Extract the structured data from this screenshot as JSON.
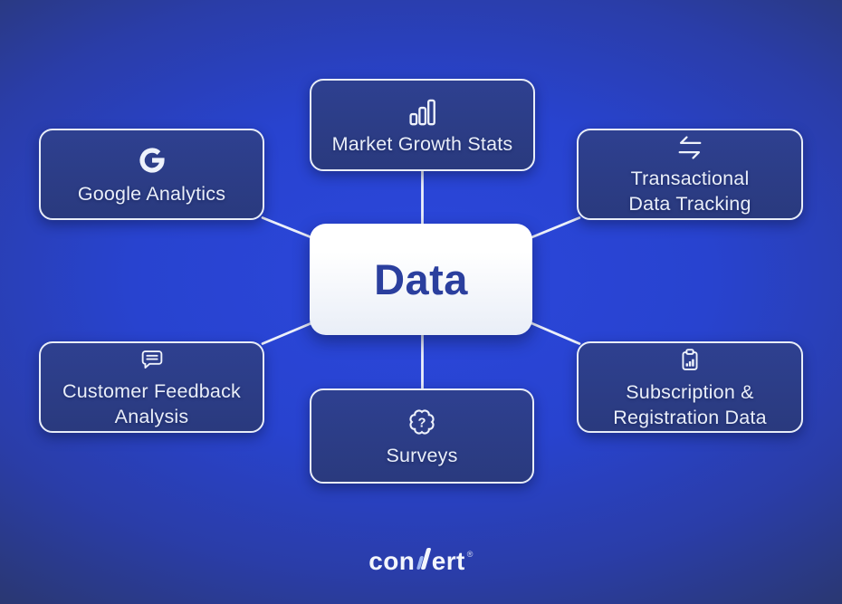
{
  "center_node": {
    "label": "Data"
  },
  "nodes": {
    "market_growth": {
      "lines": [
        "Market Growth Stats"
      ],
      "icon": "bar-chart-icon"
    },
    "google_analytics": {
      "lines": [
        "Google Analytics"
      ],
      "icon": "google-g-icon"
    },
    "transactional": {
      "lines": [
        "Transactional",
        "Data Tracking"
      ],
      "icon": "swap-arrows-icon"
    },
    "customer_feedback": {
      "lines": [
        "Customer Feedback",
        "Analysis"
      ],
      "icon": "chat-bubble-icon"
    },
    "surveys": {
      "lines": [
        "Surveys"
      ],
      "icon": "question-badge-icon",
      "icon_glyph": "?"
    },
    "subscription": {
      "lines": [
        "Subscription &",
        "Registration Data"
      ],
      "icon": "clipboard-chart-icon"
    }
  },
  "footer": {
    "brand_prefix": "con",
    "brand_suffix": "ert",
    "registered_mark": "®"
  },
  "colors": {
    "background_center": "#2b47dc",
    "background_edge": "#262e44",
    "node_fill": "#2b3c86",
    "node_border": "#e8edf8",
    "node_text": "#e9eef9",
    "connector": "#f3f6fc",
    "center_fill": "#ffffff",
    "center_text": "#2b3f9e",
    "brand_color": "#f3f6fc",
    "brand_accent": "#9db6f2"
  }
}
